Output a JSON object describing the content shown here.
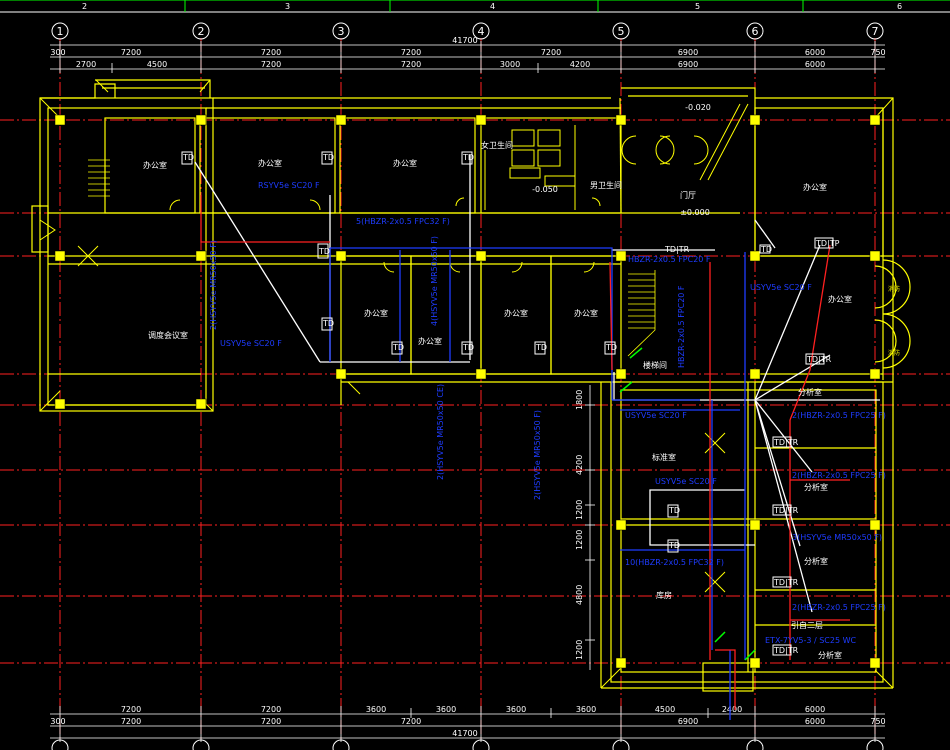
{
  "colors": {
    "wall": "#ffff00",
    "column": "#ffff00",
    "axis": "#ff2020",
    "dim": "#ffffff",
    "blue_wire": "#1e3cff",
    "red_wire": "#ff2020",
    "white_wire": "#ffffff",
    "green": "#00ff00",
    "frame": "#ffffff"
  },
  "frame_top_ticks": [
    "2",
    "3",
    "4",
    "5",
    "6"
  ],
  "axis_labels": [
    "1",
    "2",
    "3",
    "4",
    "5",
    "6",
    "7"
  ],
  "dims_top": {
    "total": "41700",
    "row1": [
      "300",
      "7200",
      "7200",
      "7200",
      "7200",
      "6900",
      "6000",
      "750"
    ],
    "row2": [
      "2700",
      "4500",
      "7200",
      "7200",
      "3000",
      "4200",
      "6900",
      "6000"
    ]
  },
  "dims_bottom": {
    "total": "41700",
    "row1": [
      "300",
      "7200",
      "7200",
      "7200",
      "6900",
      "6000",
      "750"
    ],
    "row2": [
      "7200",
      "7200",
      "3600",
      "3600",
      "3600",
      "3600",
      "4500",
      "2400",
      "6000"
    ]
  },
  "dims_vertical": [
    "1800",
    "4200",
    "1200",
    "1200",
    "4800",
    "1200"
  ],
  "rooms": {
    "office": "办公室",
    "women_wc": "女卫生间",
    "men_wc": "男卫生间",
    "lobby": "门厅",
    "meeting": "调度会议室",
    "stair": "楼梯间",
    "standard": "标准室",
    "storage": "库房",
    "analysis": "分析室",
    "second_floor": "引自二层",
    "elev_0": "±0.000",
    "elev_020": "-0.020",
    "elev_050": "-0.050"
  },
  "cable_labels": [
    "RSYV5e SC20 F",
    "5(HBZR-2x0.5 FPC32 F)",
    "HBZR-2x0.5 FPC20 F",
    "USYV5e SC20 F",
    "USYV5e SC20 F",
    "2(HSYV5e MR50x50 F)",
    "4(HSYV5e MR50x50 F)",
    "2(HSYV5e MR50x50 CE)",
    "2(HSYV5e MR50x50 F)",
    "USYV5e SC20 F",
    "HBZR-2x0.5 FPC20 F",
    "USYV5e SC20 F",
    "2(HBZR-2x0.5 FPC25 F)",
    "2(HBZR-2x0.5 FPC25 F)",
    "3(HSYV5e MR50x50 F)",
    "2(HBZR-2x0.5 FPC25 F)",
    "10(HBZR-2x0.5 FPC32 F)",
    "ETX-7YV5-3 / SC25 WC"
  ],
  "outlet_tags": [
    "TD",
    "TD",
    "TD",
    "TD",
    "TD",
    "TD",
    "TD",
    "TD",
    "TD",
    "TD",
    "TD",
    "TD"
  ],
  "panel_tags": [
    "TD|TP",
    "TD|TR",
    "TD|TR",
    "TD|TR",
    "TD|TR",
    "TD|TR",
    "TD|TR"
  ],
  "side_labels": [
    "消防",
    "消防"
  ]
}
